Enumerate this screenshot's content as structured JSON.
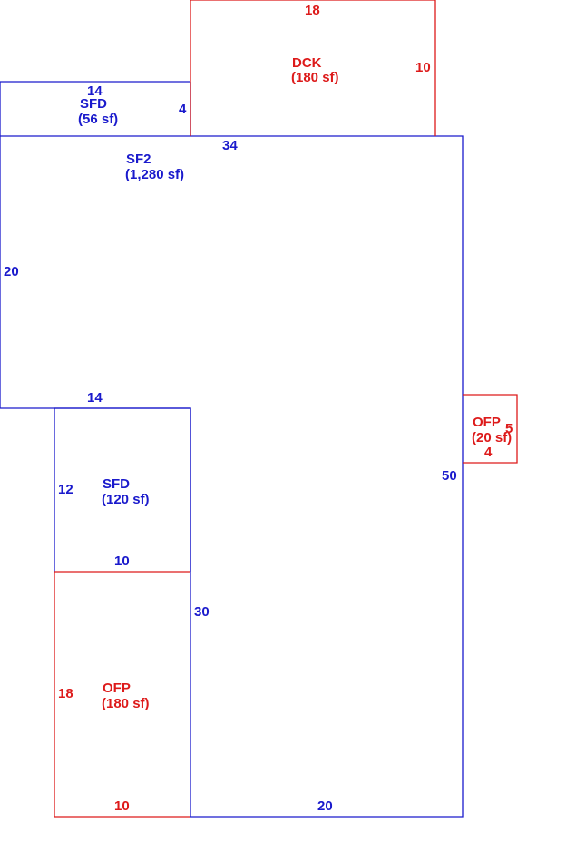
{
  "colors": {
    "living_area": "#1a1acc",
    "exterior_area": "#dd1a1a",
    "background": "#ffffff"
  },
  "areas": {
    "dck": {
      "code": "DCK",
      "area": "(180 sf)",
      "dim_top": "18",
      "dim_right": "10"
    },
    "sfd_upper": {
      "code": "SFD",
      "area": "(56 sf)",
      "dim_top": "14",
      "dim_right": "4"
    },
    "sf2": {
      "code": "SF2",
      "area": "(1,280 sf)",
      "dim_top": "34",
      "dim_left": "20",
      "dim_left_bottom": "14",
      "dim_right": "50",
      "dim_bottom": "20",
      "dim_inner": "30"
    },
    "sfd_lower": {
      "code": "SFD",
      "area": "(120 sf)",
      "dim_left": "12",
      "dim_bottom": "10"
    },
    "ofp_lower": {
      "code": "OFP",
      "area": "(180 sf)",
      "dim_left": "18",
      "dim_bottom": "10"
    },
    "ofp_right": {
      "code": "OFP",
      "area": "(20 sf)",
      "dim_right": "5",
      "dim_bottom": "4"
    }
  }
}
